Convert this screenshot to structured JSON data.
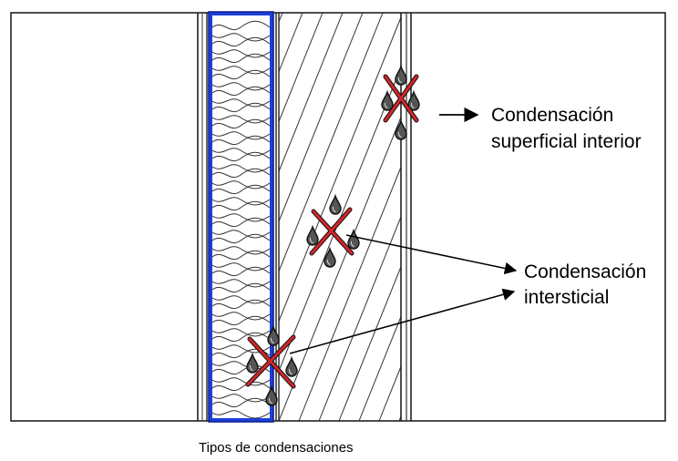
{
  "labels": {
    "surface_line1": "Condensación",
    "surface_line2": "superficial interior",
    "interstitial_line1": "Condensación",
    "interstitial_line2": "intersticial"
  },
  "caption": "Tipos de condensaciones",
  "colors": {
    "insulation": "#1d3fd8",
    "cross": "#d3262b",
    "ink": "#111111"
  },
  "icons": [
    "water-drop-icon",
    "red-cross-icon",
    "arrow-right-icon"
  ]
}
